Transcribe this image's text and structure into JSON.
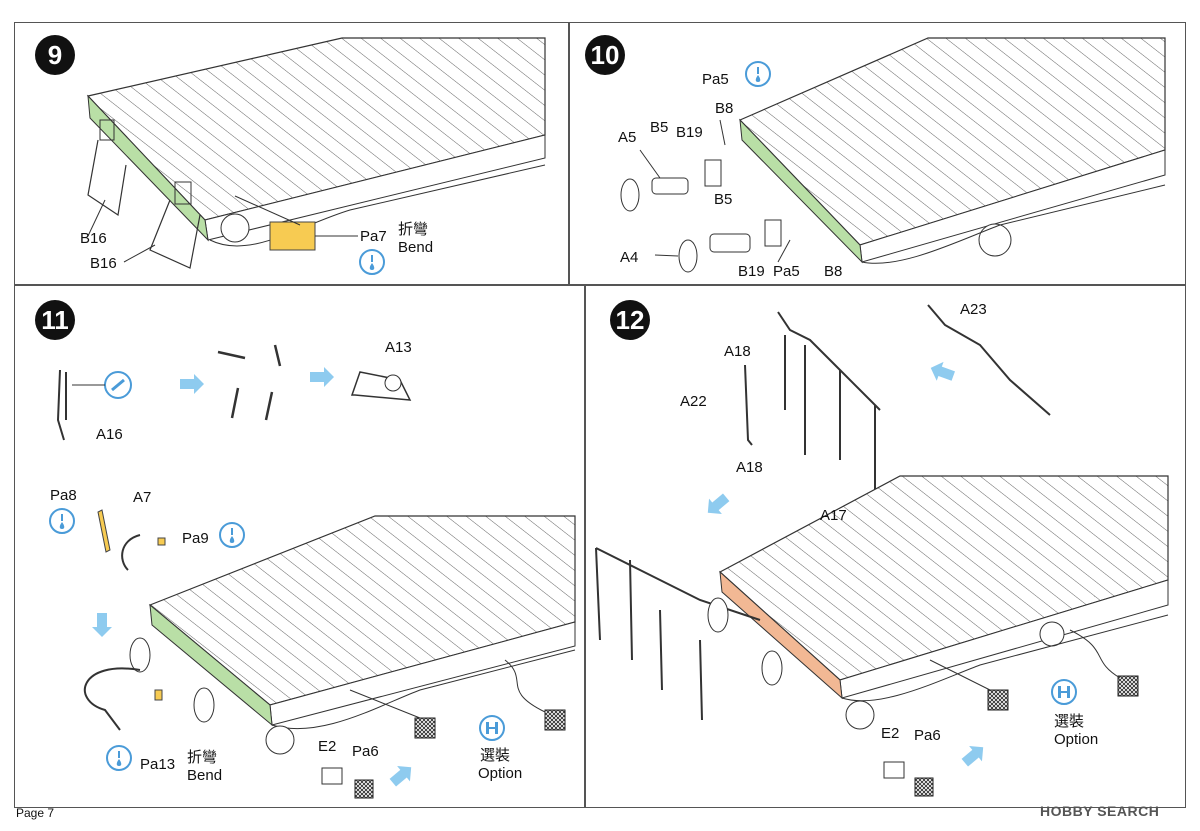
{
  "steps": [
    {
      "number": "9",
      "labels": {
        "b16_a": "B16",
        "b16_b": "B16",
        "pa7": "Pa7",
        "bend_cjk": "折彎",
        "bend": "Bend"
      }
    },
    {
      "number": "10",
      "labels": {
        "pa5_top": "Pa5",
        "b8_top": "B8",
        "a5": "A5",
        "b5_top": "B5",
        "b19_top": "B19",
        "b5_bot": "B5",
        "a4": "A4",
        "b19_bot": "B19",
        "pa5_bot": "Pa5",
        "b8_bot": "B8"
      }
    },
    {
      "number": "11",
      "labels": {
        "a13": "A13",
        "a16": "A16",
        "pa8": "Pa8",
        "a7": "A7",
        "pa9": "Pa9",
        "pa13": "Pa13",
        "bend_cjk": "折彎",
        "bend": "Bend",
        "e2": "E2",
        "pa6": "Pa6",
        "option_cjk": "選裝",
        "option": "Option"
      }
    },
    {
      "number": "12",
      "labels": {
        "a23": "A23",
        "a18_top": "A18",
        "a22": "A22",
        "a18_bot": "A18",
        "a17": "A17",
        "e2": "E2",
        "pa6": "Pa6",
        "option_cjk": "選裝",
        "option": "Option"
      }
    }
  ],
  "footer": {
    "page": "Page 7",
    "watermark": "HOBBY SEARCH"
  },
  "colors": {
    "green": "#b9dfa6",
    "orange": "#f2b894",
    "yellow": "#f7cb52",
    "blue": "#6ab3e3"
  }
}
